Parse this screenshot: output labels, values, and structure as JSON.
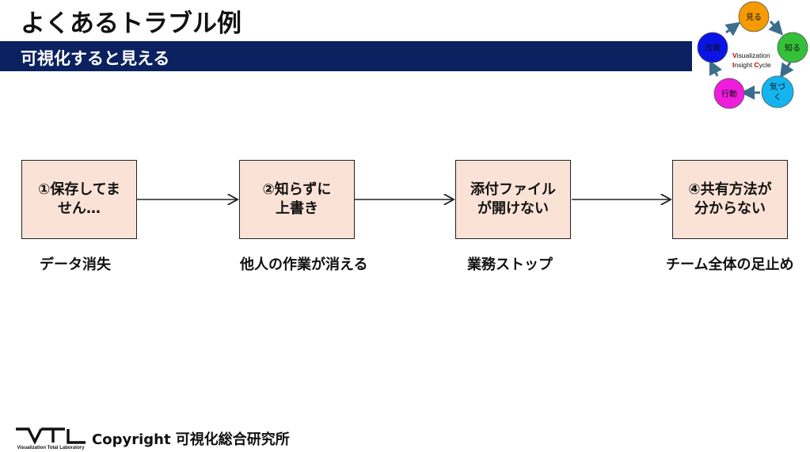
{
  "header": {
    "title": "よくあるトラブル例",
    "subtitle": "可視化すると見える"
  },
  "cycle": {
    "nodes": [
      {
        "label": "見る",
        "color": "#f59a00"
      },
      {
        "label": "知る",
        "color": "#34c038"
      },
      {
        "label": "気づく",
        "lines": [
          "気づ",
          "く"
        ],
        "color": "#14b4ef"
      },
      {
        "label": "行動",
        "color": "#f01cdc"
      },
      {
        "label": "改善",
        "color": "#0a14e6"
      }
    ],
    "center_lines": [
      "Visualization",
      "Insight Cycle"
    ],
    "accent_color": "#c00000",
    "arrow_color": "#3b6e8c"
  },
  "flow": {
    "steps": [
      {
        "text": "①保存してま\nせん…",
        "caption": "データ消失"
      },
      {
        "text": "②知らずに\n上書き",
        "caption": "他人の作業が消える"
      },
      {
        "text": "添付ファイル\nが開けない",
        "caption": "業務ストップ"
      },
      {
        "text": "④共有方法が\n分からない",
        "caption": "チーム全体の足止め"
      }
    ],
    "box_color": "#fae3d6"
  },
  "footer": {
    "logo_text": "VTL",
    "logo_subtext": "Visualization Total Laboratory",
    "copyright": "Copyright 可視化総合研究所"
  }
}
